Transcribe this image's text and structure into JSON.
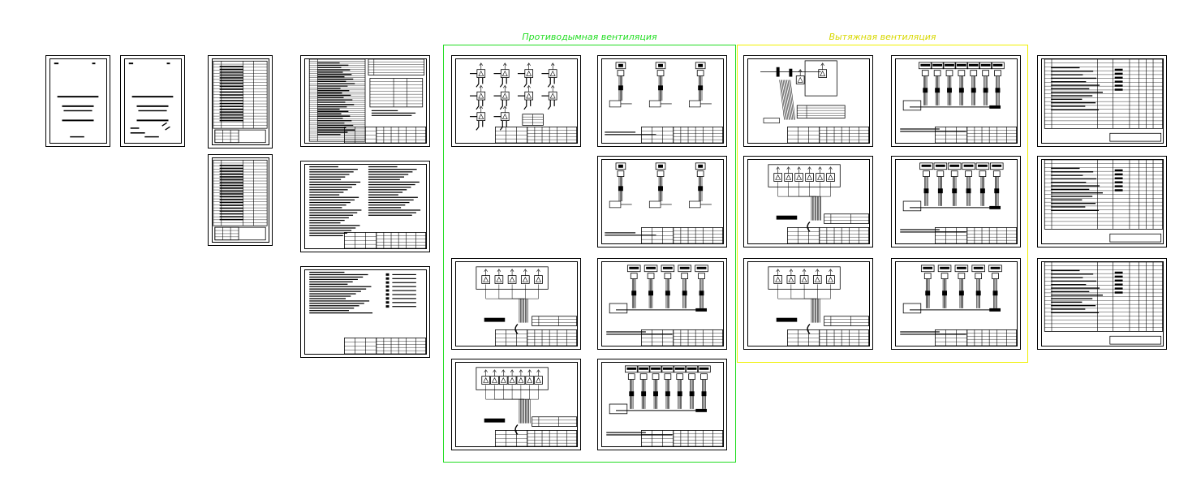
{
  "groups": {
    "smoke": {
      "title": "Противодымная вентиляция",
      "color": "#22dd22"
    },
    "exhaust": {
      "title": "Вытяжная вентиляция",
      "color": "#f0f000"
    }
  },
  "colors": {
    "background": "#ffffff",
    "ink": "#000000"
  },
  "sheets": [
    {
      "id": "s01",
      "kind": "cover"
    },
    {
      "id": "s02",
      "kind": "cover-signed"
    },
    {
      "id": "s03",
      "kind": "table-portrait"
    },
    {
      "id": "s04",
      "kind": "table-portrait"
    },
    {
      "id": "s05",
      "kind": "general-data"
    },
    {
      "id": "s06",
      "kind": "text-notes"
    },
    {
      "id": "s07",
      "kind": "text-legend"
    },
    {
      "id": "s08",
      "kind": "scheme-valves-a"
    },
    {
      "id": "s09",
      "kind": "scheme-units-3"
    },
    {
      "id": "s10",
      "kind": "scheme-units-3"
    },
    {
      "id": "s11",
      "kind": "scheme-panel-5"
    },
    {
      "id": "s12",
      "kind": "scheme-bus-5"
    },
    {
      "id": "s13",
      "kind": "scheme-panel-7"
    },
    {
      "id": "s14",
      "kind": "scheme-bus-7"
    },
    {
      "id": "s15",
      "kind": "scheme-cabinet"
    },
    {
      "id": "s16",
      "kind": "scheme-bus-7"
    },
    {
      "id": "s17",
      "kind": "scheme-panel-6"
    },
    {
      "id": "s18",
      "kind": "scheme-bus-6"
    },
    {
      "id": "s19",
      "kind": "scheme-panel-5"
    },
    {
      "id": "s20",
      "kind": "scheme-bus-5"
    },
    {
      "id": "s21",
      "kind": "spec-table"
    },
    {
      "id": "s22",
      "kind": "spec-table"
    },
    {
      "id": "s23",
      "kind": "spec-table"
    }
  ]
}
